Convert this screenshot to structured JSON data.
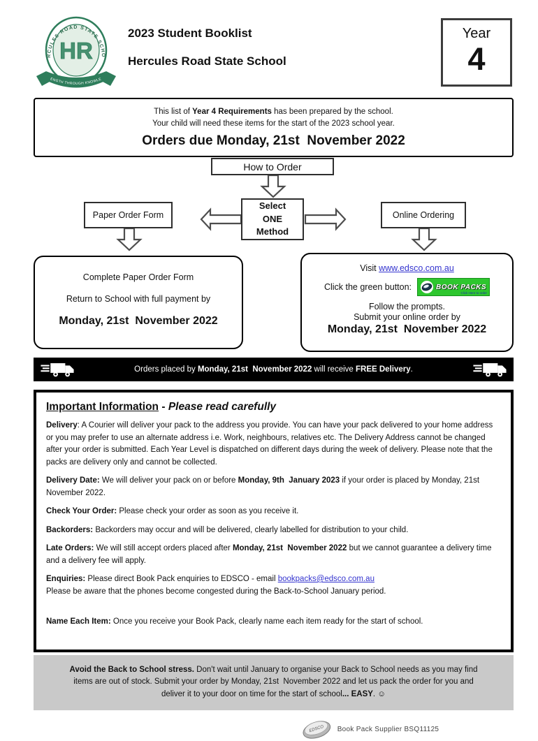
{
  "header": {
    "booklist_title": "2023 Student Booklist",
    "school_name": "Hercules Road State School",
    "year_label": "Year",
    "year_number": "4",
    "crest_ring_text": "HERCULES ROAD STATE SCHOOL",
    "crest_monogram": "HR",
    "crest_motto": "STRENGTH THROUGH KNOWLEDGE"
  },
  "notice": {
    "line1_pre": "This list of ",
    "line1_bold": "Year 4 Requirements",
    "line1_post": " has been prepared by the school.",
    "line2": "Your child will need these items for the start of the 2023 school year.",
    "due_line": "Orders due Monday, 21st  November 2022"
  },
  "flowchart": {
    "how_to_order": "How to Order",
    "paper_order_form": "Paper Order Form",
    "select_line1": "Select",
    "select_line2": "ONE",
    "select_line3": "Method",
    "online_ordering": "Online Ordering"
  },
  "paper_box": {
    "line1": "Complete Paper Order Form",
    "line2": "Return to School with full payment by",
    "date": "Monday, 21st  November 2022"
  },
  "online_box": {
    "visit_pre": "Visit ",
    "visit_link": "www.edsco.com.au",
    "click_label": "Click the green button:",
    "button_text": "BOOK PACKS",
    "button_subtext": "Click Here to order",
    "follow": "Follow the prompts.",
    "submit": "Submit your online order by",
    "date": "Monday, 21st  November 2022"
  },
  "delivery_bar": {
    "pre": "Orders placed by ",
    "bold_date": "Monday, 21st  November 2022",
    "mid": " will receive ",
    "bold_free": "FREE Delivery",
    "post": "."
  },
  "important": {
    "heading": "Important Information",
    "heading_sep": " - ",
    "heading_note": "Please read carefully",
    "delivery": {
      "label": "Delivery",
      "sep": ":  ",
      "text": "A Courier will deliver your pack to the address you provide.  You can have your pack delivered to your home address or you may prefer to use an alternate address i.e.  Work, neighbours, relatives etc.  The Delivery Address cannot be changed after your order is submitted.  Each Year Level is dispatched on different days during the week of delivery.  Please note that the packs are delivery only and cannot be collected."
    },
    "delivery_date": {
      "label": "Delivery Date:",
      "t1": " We will deliver your pack on or before ",
      "b1": "Monday, 9th  January 2023",
      "t2": " if your order is placed by Monday, 21st  November 2022."
    },
    "check_order": {
      "label": "Check Your Order:",
      "text": " Please check your order as soon as you receive it."
    },
    "backorders": {
      "label": "Backorders:",
      "text": " Backorders may occur and will be delivered, clearly labelled for distribution to your child."
    },
    "late_orders": {
      "label": "Late Orders:",
      "t1": " We will still accept orders placed after ",
      "b1": "Monday, 21st  November 2022",
      "t2": " but we cannot guarantee a delivery time and a delivery fee will apply."
    },
    "enquiries": {
      "label": "Enquiries:",
      "t1": " Please direct Book Pack enquiries to EDSCO - email ",
      "link": "bookpacks@edsco.com.au",
      "line2": "Please be aware that the phones become congested during the Back-to-School January period."
    },
    "name_each_item": {
      "label": "Name Each Item:",
      "text": " Once you receive your Book Pack, clearly name each item ready for the start of school."
    }
  },
  "stress_box": {
    "bold1": "Avoid the Back to School stress.",
    "t1": "  Don't wait until January to organise your Back to School needs as you may find items are out of stock.  Submit your order by Monday, 21st  November 2022 and let us pack the order for you and deliver it to your door on time for the start of school",
    "bold2": "... EASY",
    "t2": ". ☺"
  },
  "footer": {
    "logo_text": "EDSCO",
    "supplier_text": "Book Pack Supplier  BSQ11125"
  },
  "colors": {
    "crest_green": "#2e7d5b",
    "link_blue": "#3434cf",
    "button_green": "#2ec62e",
    "bar_black": "#000000",
    "stress_gray": "#c9c9c9"
  }
}
